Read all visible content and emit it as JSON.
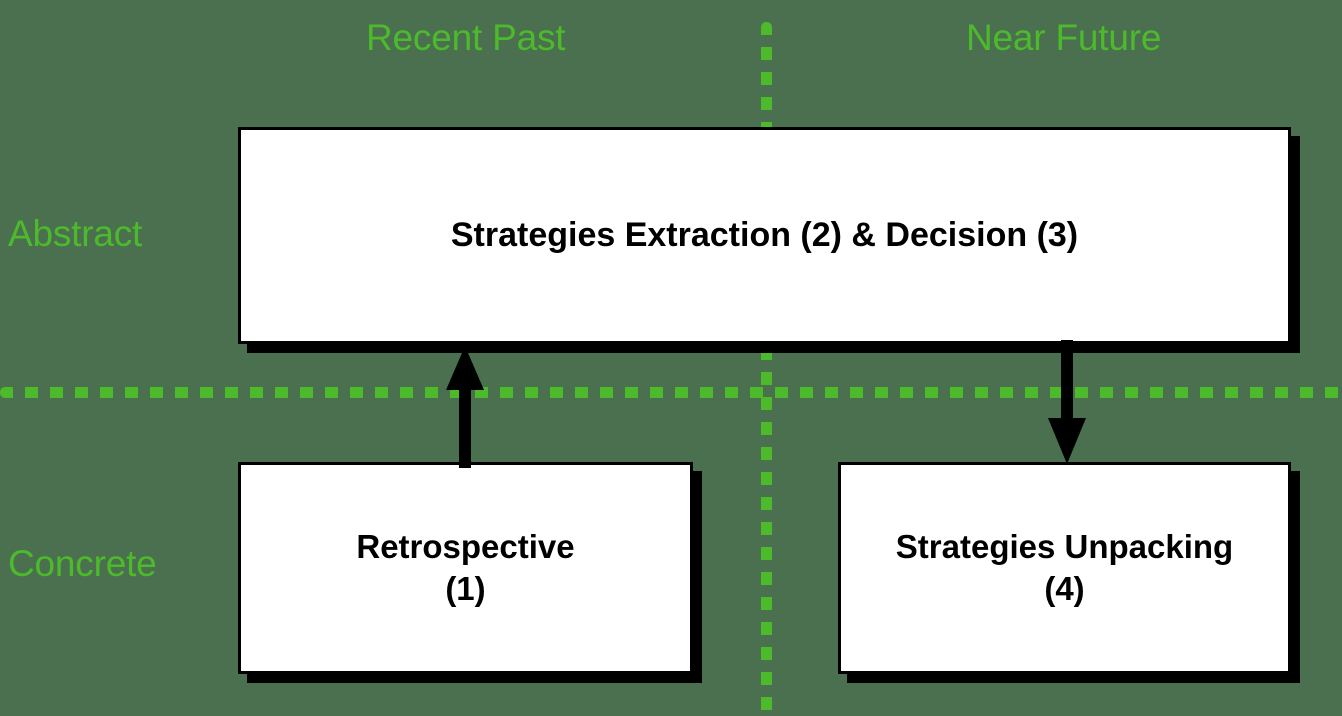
{
  "diagram": {
    "title": "Retrospective strategies framework quadrant diagram",
    "background_color": "#4a7050",
    "accent_color": "#4cba2b",
    "box_fill_color": "#ffffff",
    "box_border_color": "#000000",
    "axes": {
      "horizontal": {
        "left_label": "Recent Past",
        "right_label": "Near Future"
      },
      "vertical": {
        "top_label": "Abstract",
        "bottom_label": "Concrete"
      }
    },
    "boxes": [
      {
        "id": "strategies-extraction-decision",
        "label": "Strategies Extraction (2) & Decision (3)",
        "steps": [
          "2",
          "3"
        ],
        "quadrant": "Abstract"
      },
      {
        "id": "retrospective",
        "label": "Retrospective\n(1)",
        "line1": "Retrospective",
        "line2": "(1)",
        "steps": [
          "1"
        ],
        "quadrant": "Concrete / Recent Past"
      },
      {
        "id": "strategies-unpacking",
        "label": "Strategies Unpacking\n(4)",
        "line1": "Strategies Unpacking",
        "line2": "(4)",
        "steps": [
          "4"
        ],
        "quadrant": "Concrete / Near Future"
      }
    ],
    "arrows": [
      {
        "id": "retrospective-to-strategies",
        "direction": "up",
        "from": "retrospective",
        "to": "strategies-extraction-decision"
      },
      {
        "id": "strategies-to-unpacking",
        "direction": "down",
        "from": "strategies-extraction-decision",
        "to": "strategies-unpacking"
      }
    ],
    "dividers": {
      "vertical_style": "dotted",
      "horizontal_style": "dotted",
      "color": "#4cba2b"
    }
  }
}
